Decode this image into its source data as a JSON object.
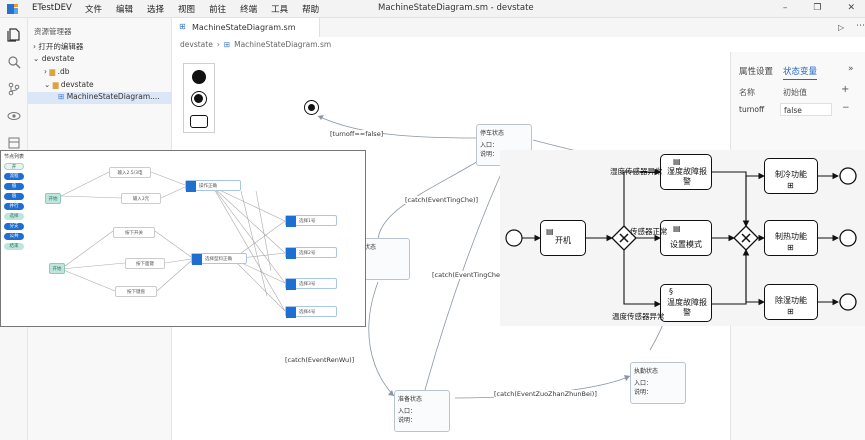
{
  "app": {
    "name": "ETestDEV",
    "window_title": "MachineStateDiagram.sm - devstate"
  },
  "menu": [
    "文件",
    "编辑",
    "选择",
    "视图",
    "前往",
    "终端",
    "工具",
    "帮助"
  ],
  "activity_icons": [
    "files-icon",
    "search-icon",
    "source-control-icon",
    "eye-icon",
    "extensions-icon"
  ],
  "explorer": {
    "title": "资源管理器",
    "open_editors": "打开的编辑器",
    "root": "devstate",
    "items": [
      ".db",
      "devstate",
      "MachineStateDiagram...."
    ]
  },
  "editor": {
    "tab": "MachineStateDiagram.sm",
    "breadcrumb": [
      "devstate",
      "MachineStateDiagram.sm"
    ]
  },
  "diagram": {
    "states": [
      {
        "title": "停车状态",
        "entry": "入口：",
        "desc": "说明："
      },
      {
        "title": "…状态",
        "entry": "：",
        "desc": "："
      },
      {
        "title": "准备状态",
        "entry": "入口：",
        "desc": "说明："
      },
      {
        "title": "执勤状态",
        "entry": "入口：",
        "desc": "说明："
      }
    ],
    "transitions": [
      "[turnoff==false]",
      "[catch(EventTingChe)]",
      "[catch(EventTingChe)",
      "[catch(EventRenWu)]",
      "[catch(EventZuoZhanZhunBei)]"
    ]
  },
  "properties": {
    "tabs": [
      "属性设置",
      "状态变量"
    ],
    "active_tab": "状态变量",
    "headers": [
      "名称",
      "初始值"
    ],
    "rows": [
      {
        "name": "turnoff",
        "value": "false"
      }
    ]
  },
  "overlay_left": {
    "title": "节点列表",
    "pills": [
      {
        "label": "开",
        "color": "#e7f3ef",
        "text": "#2a7060"
      },
      {
        "label": "流程",
        "color": "#1f6fd1",
        "text": "#ffffff"
      },
      {
        "label": "值",
        "color": "#1f6fd1",
        "text": "#ffffff"
      },
      {
        "label": "值",
        "color": "#1f6fd1",
        "text": "#ffffff"
      },
      {
        "label": "并行",
        "color": "#1f6fd1",
        "text": "#ffffff"
      },
      {
        "label": "选择",
        "color": "#bfe6dc",
        "text": "#2a7060"
      },
      {
        "label": "分支",
        "color": "#1f6fd1",
        "text": "#ffffff"
      },
      {
        "label": "公共",
        "color": "#1f6fd1",
        "text": "#ffffff"
      },
      {
        "label": "结束",
        "color": "#bfe6dc",
        "text": "#2a7060"
      }
    ],
    "notes": [
      "输入2.5/3电",
      "输入3元",
      "按下开关",
      "按下面键",
      "按下键盘"
    ],
    "starts": [
      "开始",
      "开始"
    ],
    "actions": [
      "操作正确",
      "选择型料正确"
    ],
    "outputs": [
      "选择1号",
      "选择2号",
      "选择3号",
      "选择4号"
    ]
  },
  "overlay_right": {
    "tasks": [
      "开机",
      "设置模式",
      "湿度故障报警",
      "温度故障报警",
      "制冷功能",
      "制热功能",
      "除湿功能"
    ],
    "labels": [
      "湿度传感器异常",
      "传感器正常",
      "温度传感器异常"
    ]
  }
}
